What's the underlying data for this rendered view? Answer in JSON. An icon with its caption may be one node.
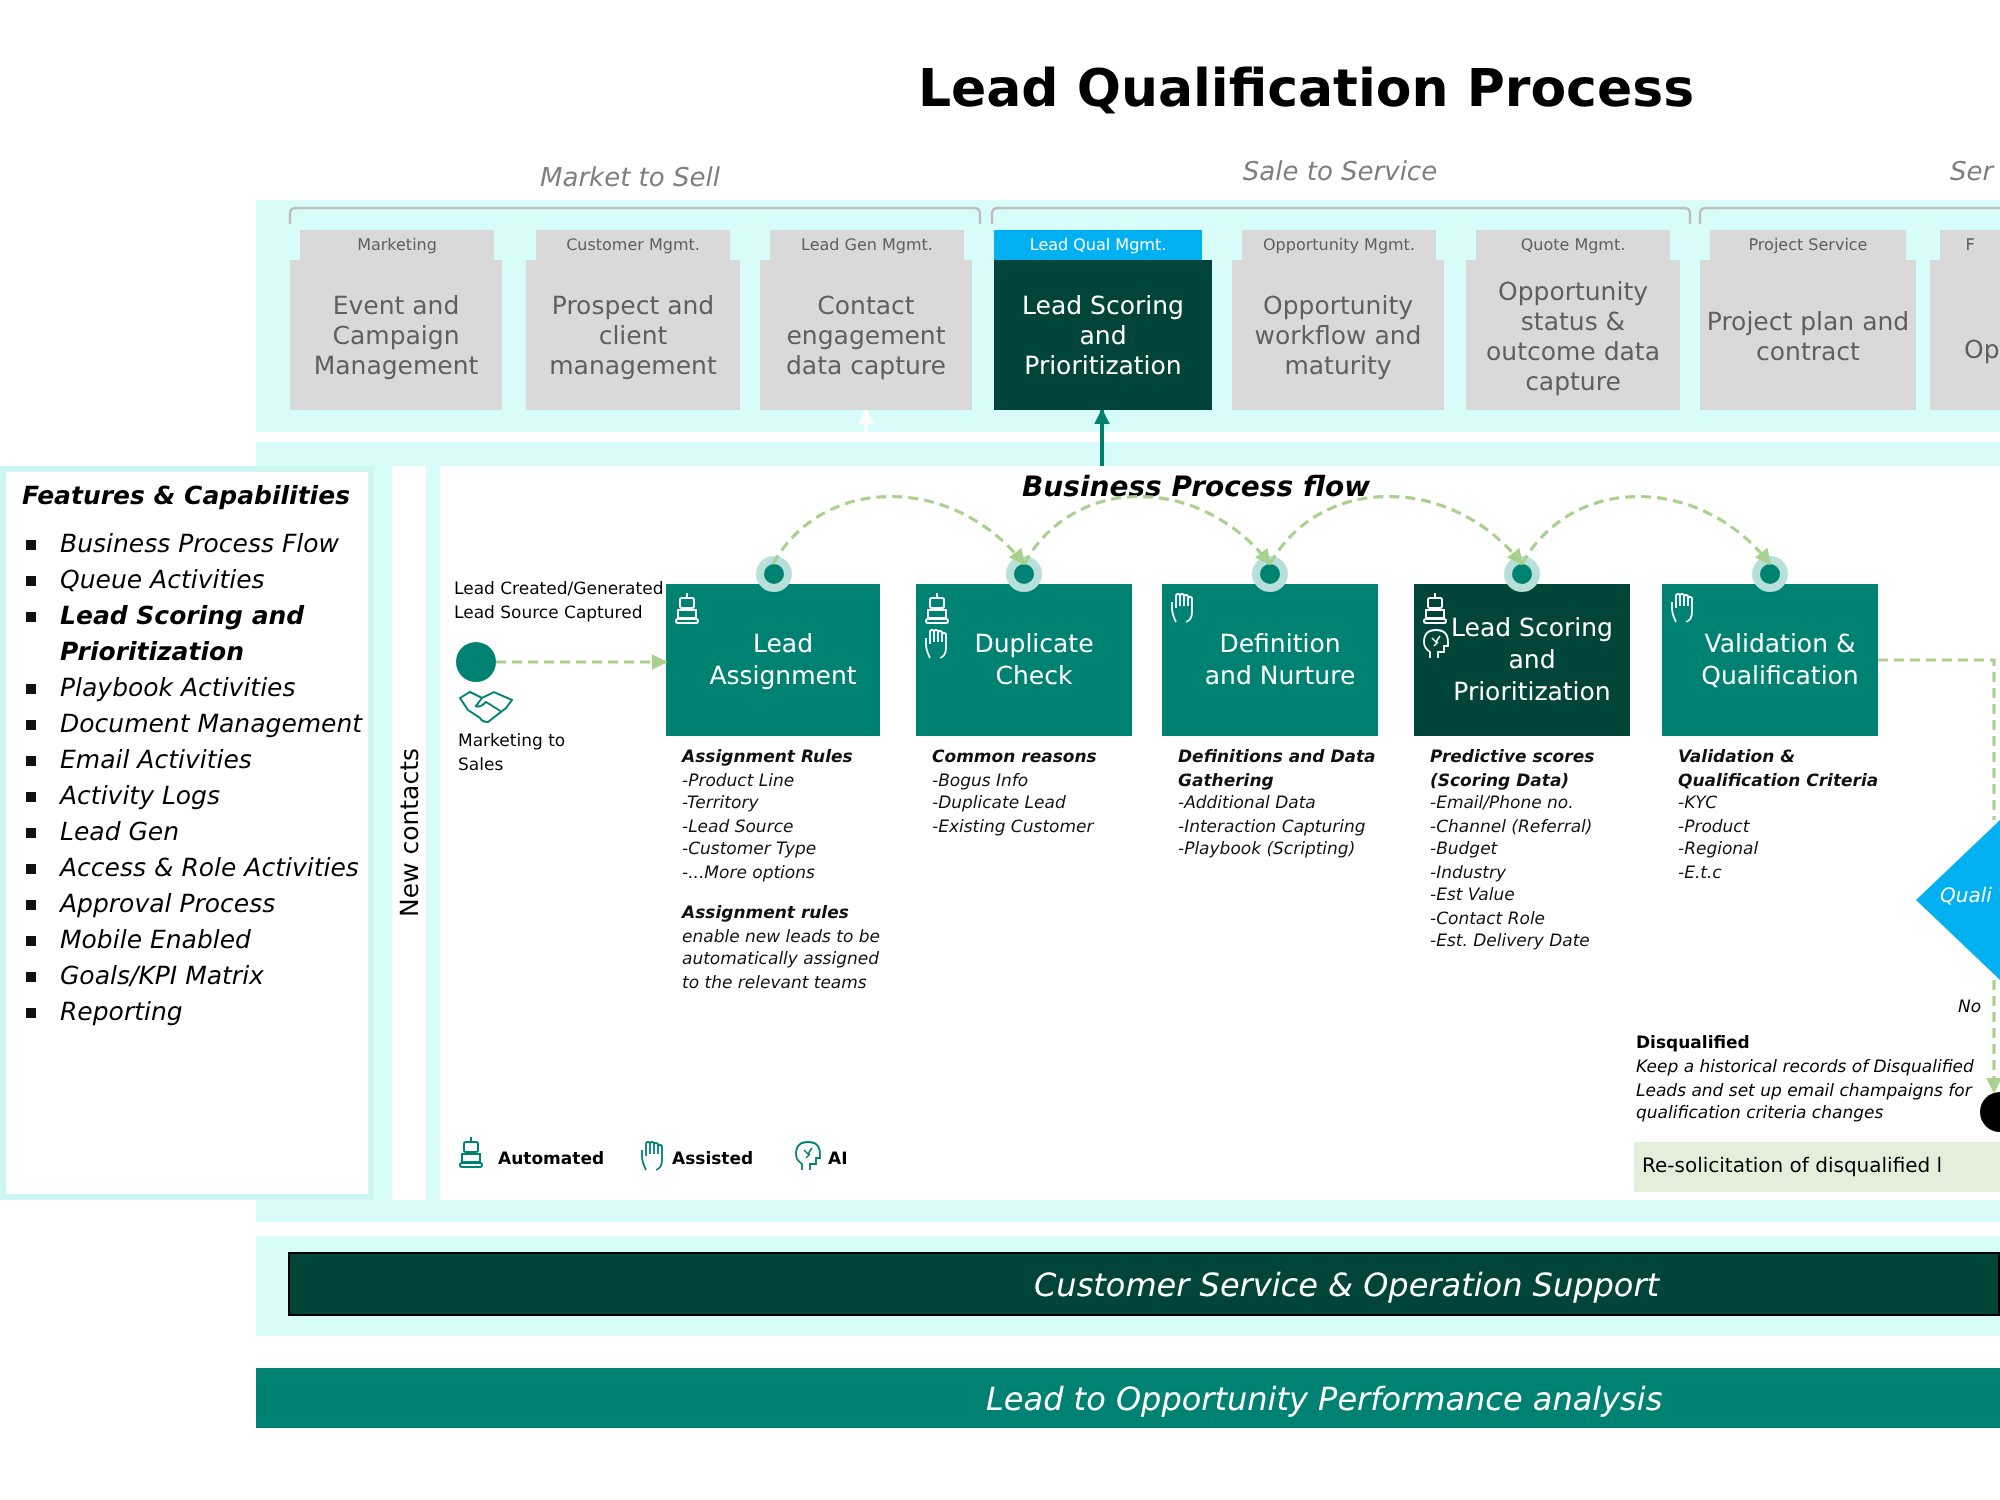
{
  "diagram": {
    "title": "Lead Qualification Process",
    "nodes": [
      {
        "text": [
          "Marketing",
          "Event and Campaign Management"
        ]
      },
      {
        "text": [
          "Customer Mgmt.",
          "Prospect and client management"
        ]
      },
      {
        "text": [
          "Lead Gen Mgmt.",
          "Contact engagement data capture"
        ]
      },
      {
        "text": [
          "Lead Qual Mgmt.",
          "Lead Scoring and Prioritization"
        ]
      },
      {
        "text": [
          "Opportunity Mgmt.",
          "Opportunity workflow and maturity"
        ]
      },
      {
        "text": [
          "Quote Mgmt.",
          "Opportunity status & outcome data capture"
        ]
      },
      {
        "text": [
          "Project Service",
          "Project plan and contract"
        ]
      },
      {
        "text": [
          "F",
          "Op"
        ]
      },
      {
        "text": [
          "Features & Capabilities",
          "Business Process Flow",
          "Queue Activities",
          "**Lead Scoring and Prioritization**",
          "Playbook Activities",
          "Document Management",
          "Email Activities",
          "Activity Logs",
          "Lead Gen",
          "Access & Role Activities",
          "Approval Process",
          "Mobile Enabled",
          "Goals/KPI Matrix",
          "Reporting"
        ]
      },
      {
        "text": [
          "New contacts"
        ]
      },
      {
        "text": [
          "Business Process flow"
        ]
      },
      {
        "text": [],
        "shape": "circle",
        "in": 10,
        "beside": [
          "Marketing to Sales"
        ]
      },
      {
        "text": [
          "Lead Assignment"
        ],
        "in": 10,
        "beside": [
          "**Assignment Rules**",
          "-Product Line",
          "-Territory",
          "-Lead Source",
          "-Customer Type",
          "-...More options",
          "**Assignment rules**",
          "enable new leads to be automatically assigned to the relevant teams"
        ]
      },
      {
        "text": [
          "Duplicate Check"
        ],
        "in": 10,
        "beside": [
          "**Common reasons**",
          "-Bogus Info",
          "-Duplicate Lead",
          "-Existing Customer"
        ]
      },
      {
        "text": [
          "Definition and Nurture"
        ],
        "in": 10,
        "beside": [
          "**Definitions and Data Gathering**",
          "-Additional Data",
          "-Interaction Capturing",
          "-Playbook (Scripting)"
        ]
      },
      {
        "text": [
          "Lead Scoring and Prioritization"
        ],
        "in": 10,
        "beside": [
          "**Predictive scores (Scoring Data)**",
          "-Email/Phone no.",
          "-Channel (Referral)",
          "-Budget",
          "-Industry",
          "-Est Value",
          "-Contact Role",
          "-Est. Delivery Date"
        ]
      },
      {
        "text": [
          "Validation & Qualification"
        ],
        "in": 10,
        "beside": [
          "**Validation & Qualification Criteria**",
          "-KYC",
          "-Product",
          "-Regional",
          "-E.t.c"
        ]
      },
      {
        "text": [
          "Quali"
        ],
        "in": 10
      },
      {
        "text": [],
        "shape": "circle",
        "in": 10
      },
      {
        "text": [
          "Re-solicitation of disqualified l"
        ],
        "in": 10
      },
      {
        "text": [
          "Customer Service & Operation Support"
        ]
      },
      {
        "text": [
          "Lead to Opportunity Performance analysis"
        ]
      }
    ],
    "edges": [
      {
        "from": 11,
        "to": 12,
        "arrow": "to",
        "style": "dashed"
      },
      {
        "from": 12,
        "to": 13,
        "arrow": "to",
        "style": "dashed"
      },
      {
        "from": 13,
        "to": 14,
        "arrow": "to",
        "style": "dashed"
      },
      {
        "from": 14,
        "to": 15,
        "arrow": "to",
        "style": "dashed"
      },
      {
        "from": 15,
        "to": 16,
        "arrow": "to",
        "style": "dashed"
      },
      {
        "from": 16,
        "to": 17,
        "arrow": "none",
        "style": "dashed"
      },
      {
        "from": 17,
        "to": 18,
        "arrow": "to",
        "style": "dashed",
        "label": "No"
      },
      {
        "from": 10,
        "to": 3,
        "arrow": "to",
        "color": "#00806a"
      },
      {
        "from": null,
        "to": 2,
        "arrow": "to",
        "color": "#ffffff"
      }
    ],
    "labels": [
      "Market to Sell",
      "Sale to Service",
      "Ser",
      "Lead Created/Generated Lead Source Captured",
      "Disqualified",
      "Keep a historical records of Disqualified Leads and set up email champaigns for qualification criteria changes"
    ],
    "legend": [
      {
        "text": "Automated"
      },
      {
        "text": "Assisted"
      },
      {
        "text": "AI"
      }
    ]
  }
}
